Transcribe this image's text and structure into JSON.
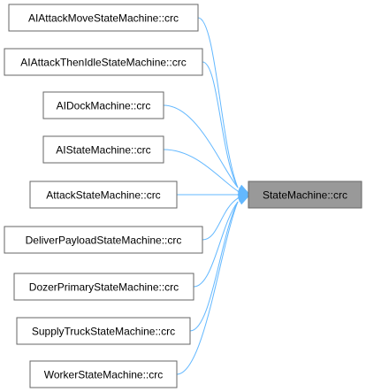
{
  "diagram": {
    "target": {
      "label": "StateMachine::crc"
    },
    "sources": [
      {
        "id": "aiattackmove",
        "label": "AIAttackMoveStateMachine::crc"
      },
      {
        "id": "aiattackthenidle",
        "label": "AIAttackThenIdleStateMachine::crc"
      },
      {
        "id": "aidock",
        "label": "AIDockMachine::crc"
      },
      {
        "id": "aistate",
        "label": "AIStateMachine::crc"
      },
      {
        "id": "attackstate",
        "label": "AttackStateMachine::crc"
      },
      {
        "id": "deliverpayload",
        "label": "DeliverPayloadStateMachine::crc"
      },
      {
        "id": "dozerprimary",
        "label": "DozerPrimaryStateMachine::crc"
      },
      {
        "id": "supplytruck",
        "label": "SupplyTruckStateMachine::crc"
      },
      {
        "id": "workerstate",
        "label": "WorkerStateMachine::crc"
      }
    ],
    "colors": {
      "edge": "#63b8ff",
      "node_border": "#666666",
      "target_fill": "#999999",
      "node_fill": "#ffffff"
    }
  }
}
